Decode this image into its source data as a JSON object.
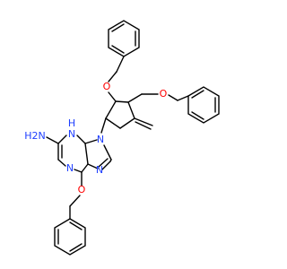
{
  "atoms": {
    "nitrogen_label": "N",
    "oxygen_label": "O",
    "amine_label": "H2N",
    "imino_hydrogen_label": "H",
    "nitrogen_color": "#1f3fff",
    "oxygen_color": "#ff0000",
    "bond_color": "#000000"
  }
}
